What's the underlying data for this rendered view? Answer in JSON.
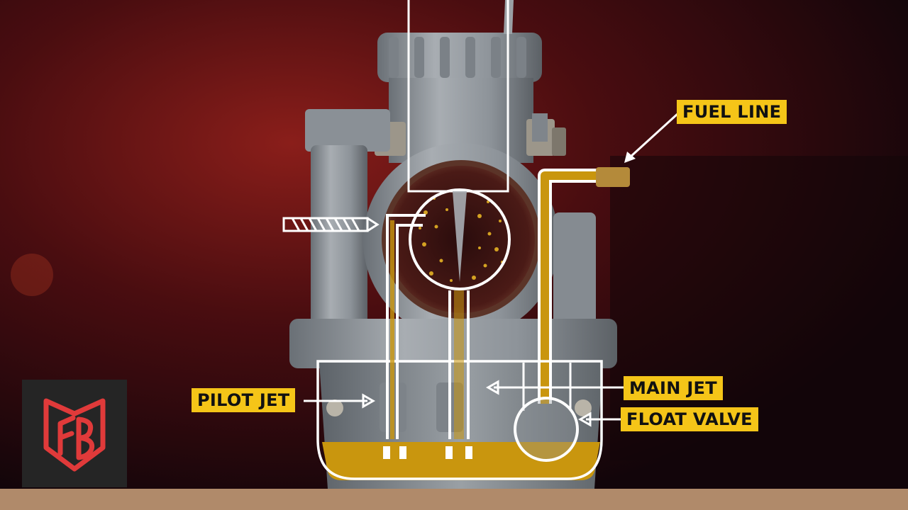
{
  "labels": {
    "fuel_line": "FUEL LINE",
    "pilot_jet": "PILOT JET",
    "main_jet": "MAIN JET",
    "float_valve": "FLOAT VALVE"
  },
  "colors": {
    "label_bg": "#f5c518",
    "label_text": "#111111",
    "fuel": "#c9960e",
    "outline": "#ffffff",
    "metal": "#8e949a",
    "logo_bg": "#252525",
    "logo_mark": "#e03a3a"
  },
  "logo": {
    "icon": "fb-shield-logo-icon"
  }
}
